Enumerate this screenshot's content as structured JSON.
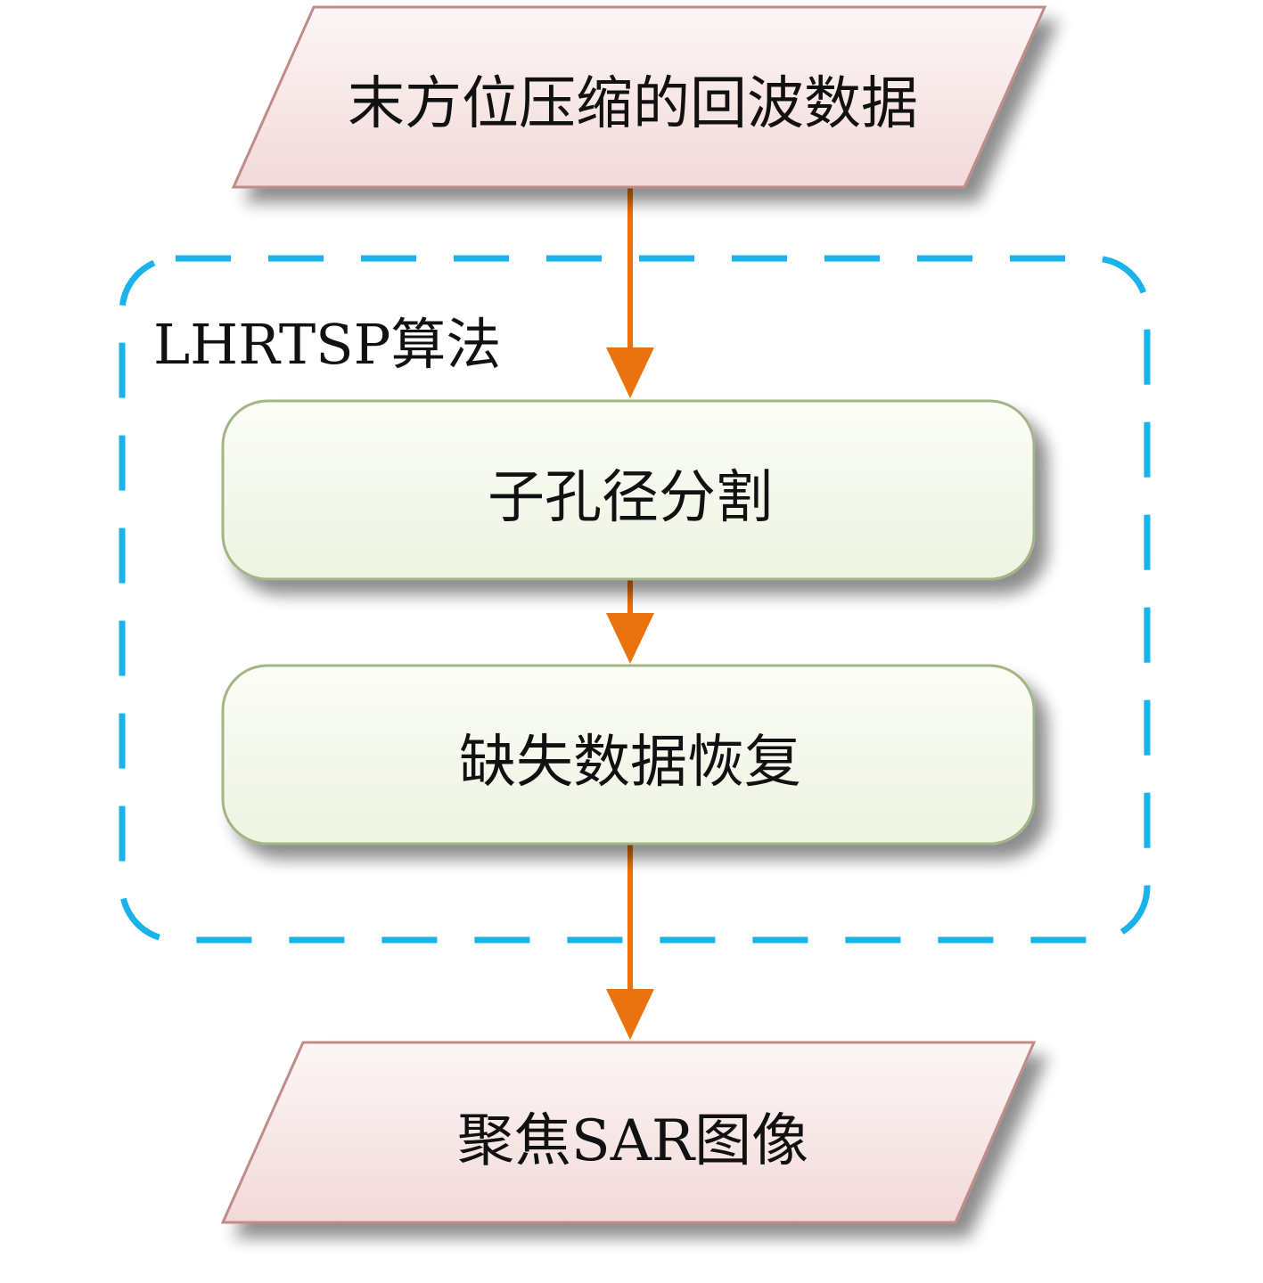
{
  "nodes": {
    "input": {
      "label": "末方位压缩的回波数据"
    },
    "subaperture": {
      "label": "子孔径分割"
    },
    "recovery": {
      "label": "缺失数据恢复"
    },
    "output": {
      "label": "聚焦SAR图像"
    }
  },
  "group": {
    "label": "LHRTSP算法"
  },
  "colors": {
    "parallelogram_fill_top": "#fdf6f6",
    "parallelogram_fill_bottom": "#f2d9d9",
    "parallelogram_stroke": "#c08c88",
    "process_fill_top": "#fbfdf7",
    "process_fill_bottom": "#eef3e2",
    "process_stroke": "#a3b585",
    "arrow": "#e8730f",
    "group_border": "#1ab2ea"
  }
}
